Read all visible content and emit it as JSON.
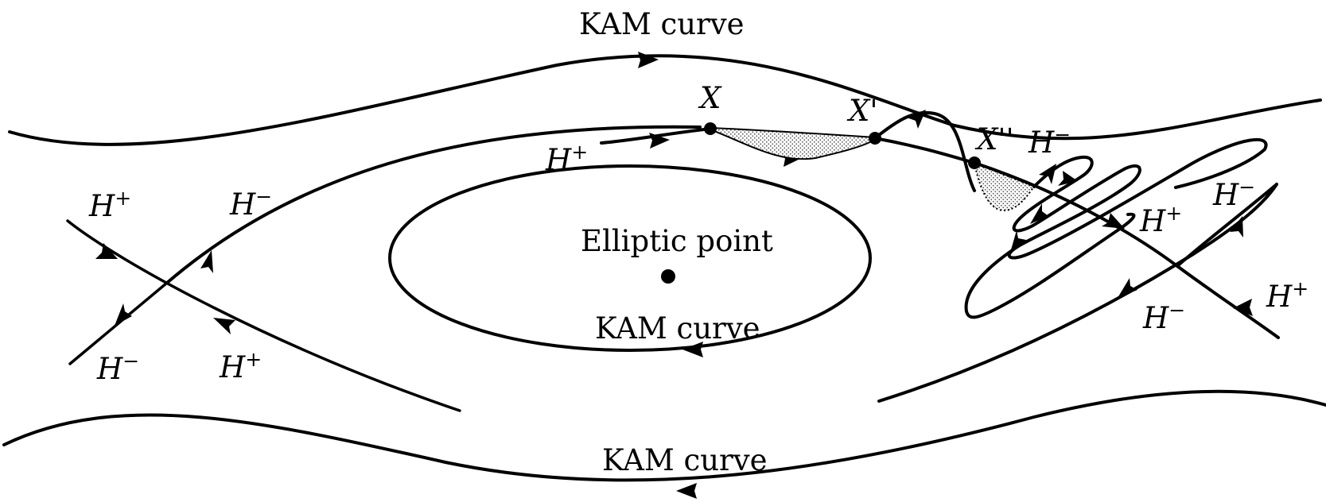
{
  "labels": {
    "kam_top": "KAM curve",
    "kam_inner": "KAM curve",
    "kam_bottom": "KAM curve",
    "elliptic_point": "Elliptic point",
    "x": "X",
    "x_prime": "X'",
    "x_double_prime": "X''"
  },
  "manifolds": {
    "symbol": "H",
    "plus": "+",
    "minus": "−"
  },
  "colors": {
    "ink": "#000000",
    "shading": "#7a7a7a",
    "background": "#ffffff"
  }
}
